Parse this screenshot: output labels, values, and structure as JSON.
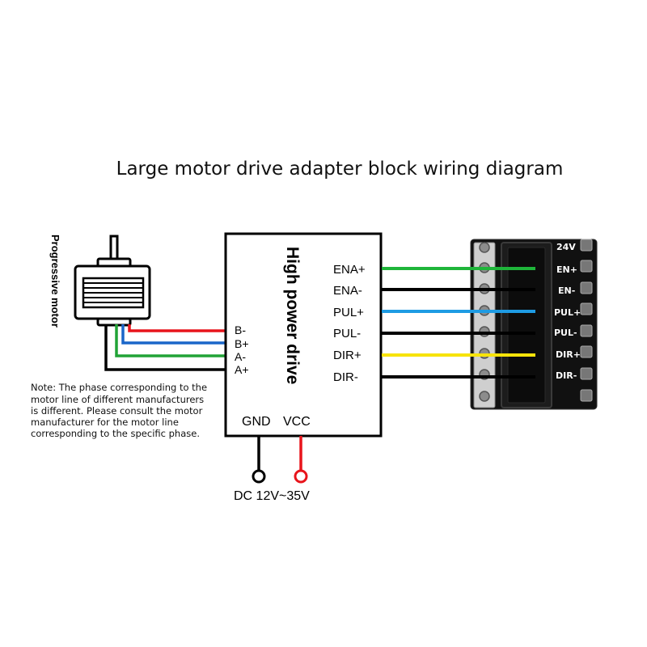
{
  "title": "Large motor drive adapter block wiring diagram",
  "motor": {
    "label": "Progressive motor"
  },
  "driver": {
    "label": "High power drive",
    "motor_pins": [
      "B-",
      "B+",
      "A-",
      "A+"
    ],
    "signal_pins": [
      "ENA+",
      "ENA-",
      "PUL+",
      "PUL-",
      "DIR+",
      "DIR-"
    ],
    "power_pins": [
      "GND",
      "VCC"
    ]
  },
  "power": {
    "label": "DC 12V~35V"
  },
  "note": [
    "Note: The phase corresponding to the",
    "motor line of different manufacturers",
    "is different. Please consult the motor",
    "manufacturer for the motor line",
    "corresponding to the specific phase."
  ],
  "board": {
    "voltage": "24V",
    "pins": [
      "EN+",
      "EN-",
      "PUL+",
      "PUL-",
      "DIR+",
      "DIR-"
    ]
  },
  "colors": {
    "wire_red": "#e8141b",
    "wire_blue": "#1a66c9",
    "wire_green": "#21a336",
    "wire_black": "#000000",
    "signal_green": "#1fb53a",
    "signal_blue": "#1e9be3",
    "signal_yellow": "#f7e30a",
    "board": "#111111"
  }
}
